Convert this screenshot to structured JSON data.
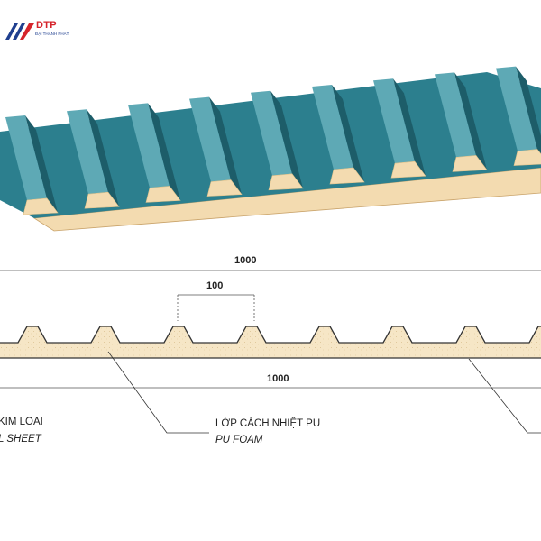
{
  "brand": {
    "logo_text": "DTP",
    "logo_subtitle": "ĐẠI THÀNH PHÁT",
    "primary_color": "#1f3f8f",
    "accent_color": "#d6242b"
  },
  "colors": {
    "sheet": "#2c7f8e",
    "sheet_light": "#5ea9b5",
    "sheet_dark": "#1d5d69",
    "foam": "#f3dbb0",
    "foam_edge": "#e2c28a"
  },
  "dimensions": {
    "top_width": "1000",
    "rib_spacing": "100",
    "bottom_width": "1000"
  },
  "callouts": {
    "metal_vi": "KIM LOẠI",
    "metal_en": "L SHEET",
    "foam_vi": "LỚP CÁCH NHIỆT PU",
    "foam_en": "PU FOAM"
  }
}
